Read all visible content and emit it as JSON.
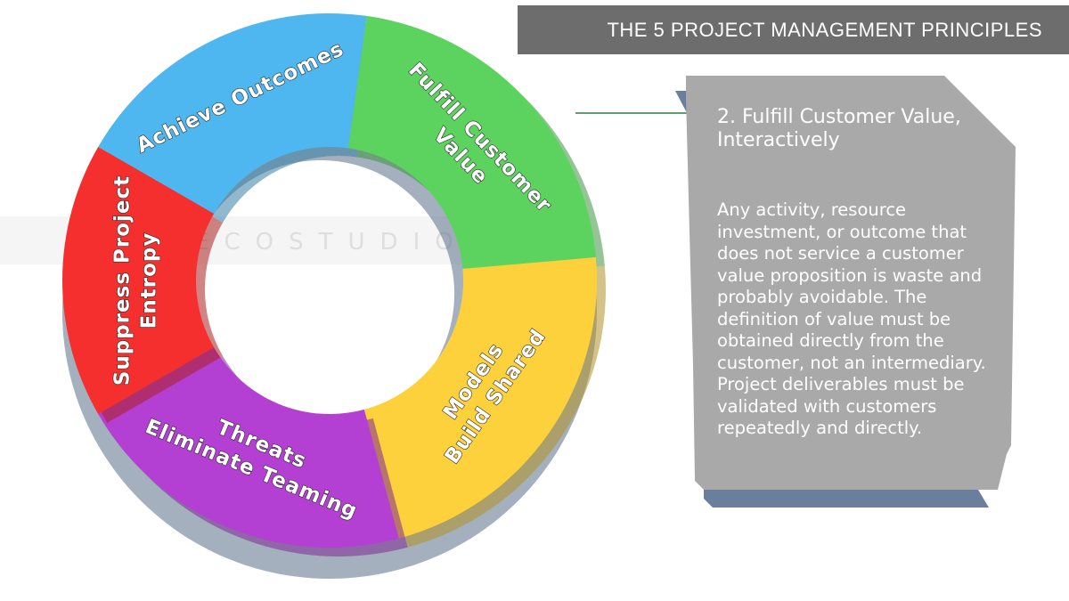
{
  "header": {
    "title": "THE 5 PROJECT MANAGEMENT PRINCIPLES"
  },
  "watermark": "EJECOSTUDIO.COM",
  "cycle": {
    "segments": [
      {
        "label_lines": [
          "Achieve Outcomes"
        ],
        "color": "#4fb7ef"
      },
      {
        "label_lines": [
          "Fulfill Customer",
          "Value"
        ],
        "color": "#5cd35f"
      },
      {
        "label_lines": [
          "Build Shared",
          "Models"
        ],
        "color": "#fdd13c"
      },
      {
        "label_lines": [
          "Eliminate Teaming",
          "Threats"
        ],
        "color": "#b43fd3"
      },
      {
        "label_lines": [
          "Suppress Project",
          "Entropy"
        ],
        "color": "#f52f2d"
      }
    ]
  },
  "callout": {
    "heading": "2. Fulfill Customer Value, Interactively",
    "body": "Any activity, resource investment, or outcome that does not service a customer value proposition is waste and probably avoidable. The definition of value must be obtained directly from the customer, not an intermediary. Project deliverables must be validated with customers repeatedly and directly.",
    "panel_color": "#a9a9a9",
    "shadow_color": "#6a7f9c"
  }
}
